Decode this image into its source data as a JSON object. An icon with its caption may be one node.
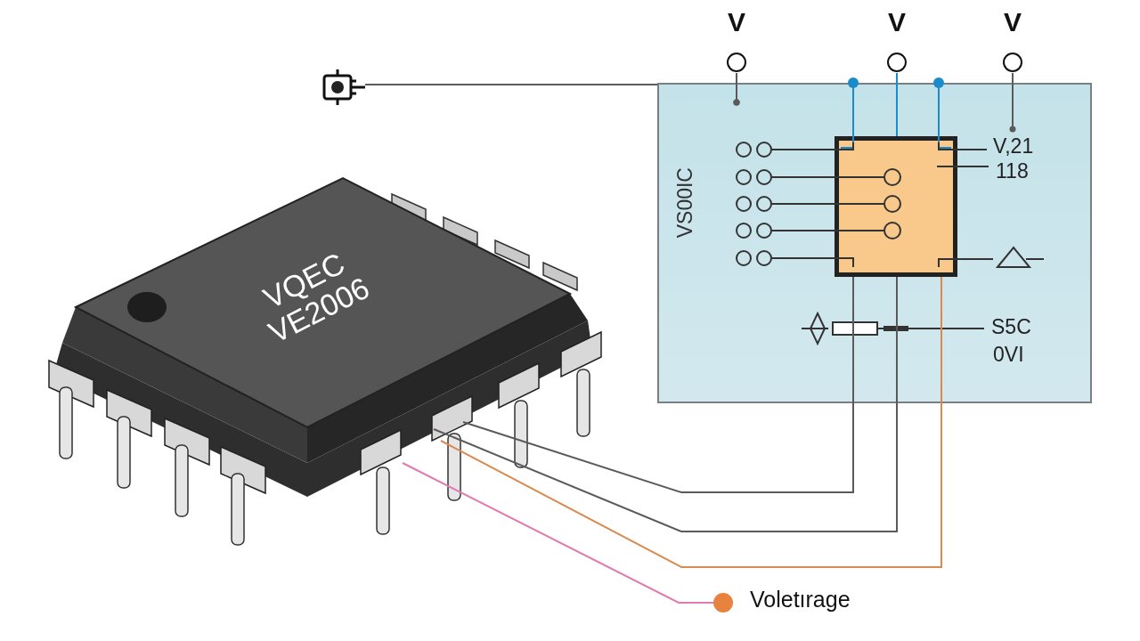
{
  "diagram": {
    "nodes": [
      {
        "text": [
          "VQEC VE2006"
        ]
      },
      {
        "text": [
          "VS00IC"
        ]
      },
      {
        "text": [],
        "shape": "box",
        "in": 1
      },
      {
        "text": [],
        "shape": "picture"
      },
      {
        "text": [],
        "shape": "circle",
        "beside": [
          "Voletırage"
        ]
      },
      {
        "text": [
          "V"
        ]
      },
      {
        "text": [
          "V"
        ]
      },
      {
        "text": [
          "V"
        ]
      }
    ],
    "edges": [
      {
        "from": 3,
        "to": 1,
        "arrow": "none"
      },
      {
        "from": 0,
        "to": 2,
        "arrow": "none"
      },
      {
        "from": 0,
        "to": 2,
        "arrow": "none"
      },
      {
        "from": 0,
        "to": 2,
        "arrow": "none",
        "color": "#d98a4e"
      },
      {
        "from": 0,
        "to": 4,
        "arrow": "none",
        "color": "#e07ab0"
      },
      {
        "from": 5,
        "to": 1,
        "arrow": "other"
      },
      {
        "from": 6,
        "to": 2,
        "arrow": "none",
        "color": "#1a8ccc"
      },
      {
        "from": 7,
        "to": 1,
        "arrow": "other"
      }
    ],
    "labels": [
      "V,21",
      "118",
      "S5C",
      "0VI"
    ]
  }
}
